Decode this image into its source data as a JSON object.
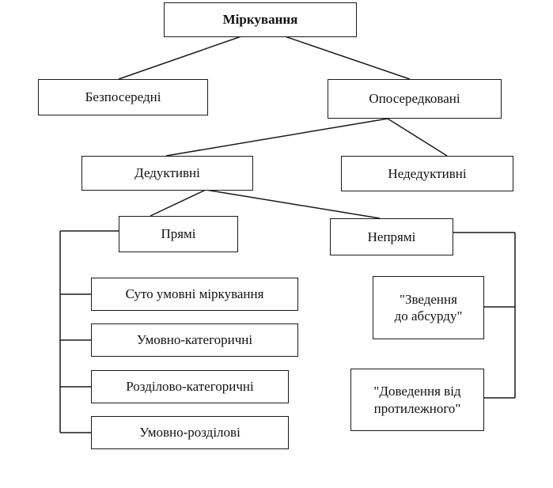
{
  "root": "Міркування",
  "level1": {
    "left": "Безпосередні",
    "right": "Опосередковані"
  },
  "level2": {
    "left": "Дедуктивні",
    "right": "Недедуктивні"
  },
  "level3": {
    "left": "Прямі",
    "right": "Непрямі"
  },
  "direct_types": [
    "Суто умовні міркування",
    "Умовно-категоричні",
    "Розділово-категоричні",
    "Умовно-розділові"
  ],
  "indirect_types": [
    "\"Зведення\nдо абсурду\"",
    "\"Доведення від\nпротилежного\""
  ],
  "colors": {
    "stroke": "#1a1a1a",
    "background": "#ffffff",
    "text": "#111111"
  }
}
